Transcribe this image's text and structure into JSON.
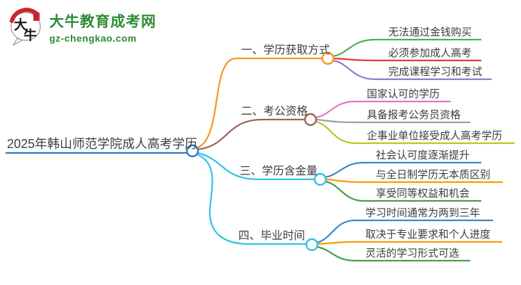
{
  "site": {
    "title": "大牛教育成考网",
    "domain": "gz-chengkao.com",
    "logo_char_1": "大",
    "logo_char_2": "牛",
    "brand_green": "#2e8b36",
    "brand_red": "#c9252c"
  },
  "mindmap": {
    "root": {
      "label": "2025年韩山师范学院成人高考学历",
      "color": "#2e78c0"
    },
    "branches": [
      {
        "label": "一、学历获取方式",
        "color": "#f7941e",
        "children": [
          {
            "label": "无法通过金钱购买",
            "color": "#4caf50"
          },
          {
            "label": "必须参加成人高考",
            "color": "#e53935"
          },
          {
            "label": "完成课程学习和考试",
            "color": "#9575cd"
          }
        ]
      },
      {
        "label": "二、考公资格",
        "color": "#9d6258",
        "children": [
          {
            "label": "国家认可的学历",
            "color": "#ef6fc1"
          },
          {
            "label": "具备报考公务员资格",
            "color": "#9e9e9e"
          },
          {
            "label": "企事业单位接受成人高考学历",
            "color": "#c0c322"
          }
        ]
      },
      {
        "label": "三、学历含金量",
        "color": "#30c1e6",
        "children": [
          {
            "label": "社会认可度逐渐提升",
            "color": "#3d85c6"
          },
          {
            "label": "与全日制学历无本质区别",
            "color": "#ff9800"
          },
          {
            "label": "享受同等权益和机会",
            "color": "#43a047"
          }
        ]
      },
      {
        "label": "四、毕业时间",
        "color": "#30c1e6",
        "children": [
          {
            "label": "学习时间通常为两到三年",
            "color": "#3d85c6"
          },
          {
            "label": "取决于专业要求和个人进度",
            "color": "#ff9800"
          },
          {
            "label": "灵活的学习形式可选",
            "color": "#43a047"
          }
        ]
      }
    ]
  }
}
